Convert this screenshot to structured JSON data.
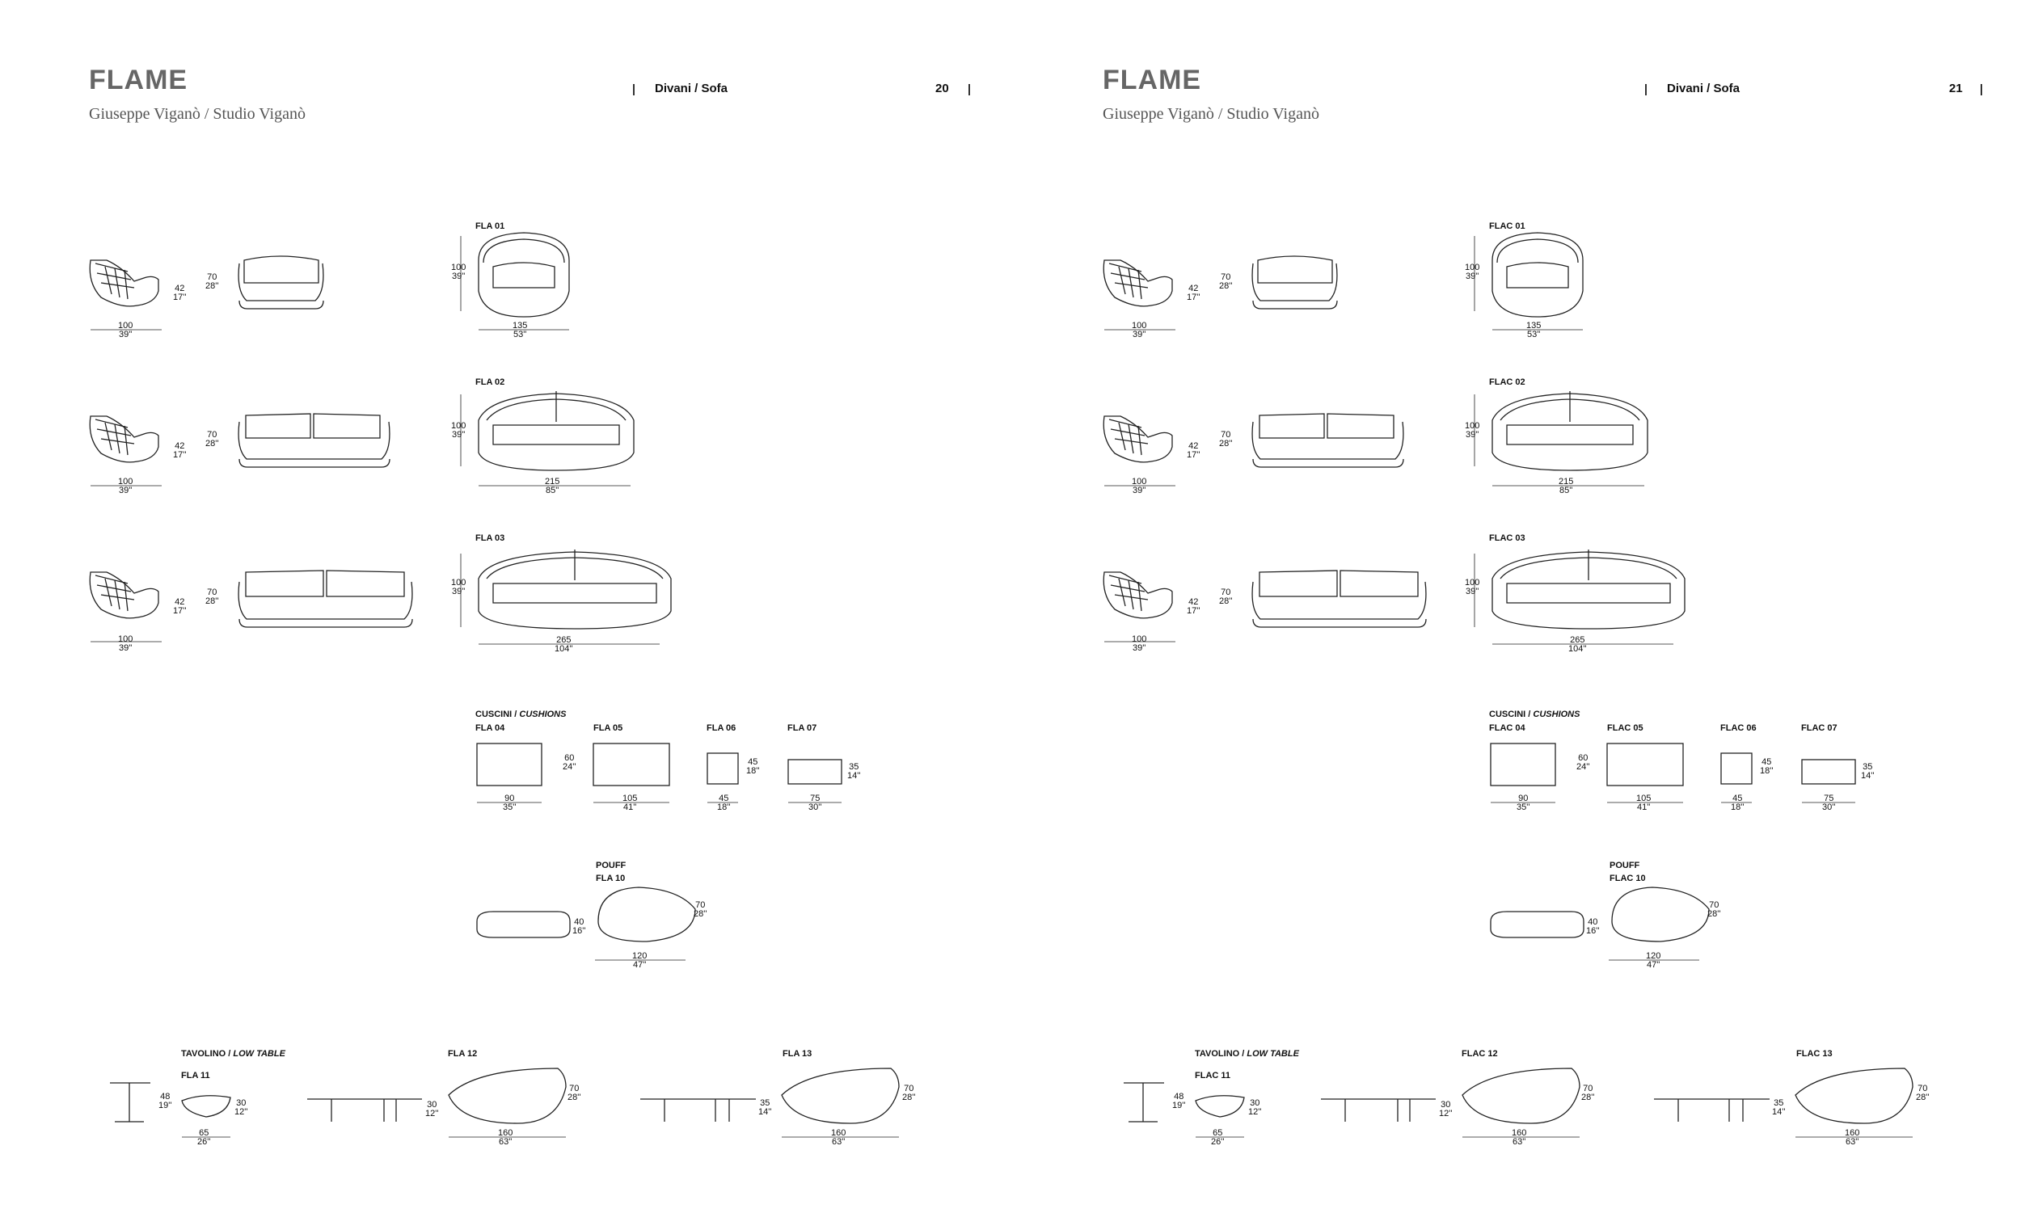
{
  "pages": [
    {
      "brand": "FLAME",
      "designer": "Giuseppe Viganò / Studio Viganò",
      "section": "Divani / Sofa",
      "page_number": "20",
      "codes": {
        "sofa1": "FLA 01",
        "sofa2": "FLA 02",
        "sofa3": "FLA 03",
        "c4": "FLA 04",
        "c5": "FLA 05",
        "c6": "FLA 06",
        "c7": "FLA 07",
        "pouf": "FLA 10",
        "t11": "FLA 11",
        "t12": "FLA 12",
        "t13": "FLA 13"
      }
    },
    {
      "brand": "FLAME",
      "designer": "Giuseppe Viganò / Studio Viganò",
      "section": "Divani / Sofa",
      "page_number": "21",
      "codes": {
        "sofa1": "FLAC 01",
        "sofa2": "FLAC 02",
        "sofa3": "FLAC 03",
        "c4": "FLAC 04",
        "c5": "FLAC 05",
        "c6": "FLAC 06",
        "c7": "FLAC 07",
        "pouf": "FLAC 10",
        "t11": "FLAC 11",
        "t12": "FLAC 12",
        "t13": "FLAC 13"
      }
    }
  ],
  "labels": {
    "cushions_it": "CUSCINI /",
    "cushions_en": "CUSHIONS",
    "pouf": "POUFF",
    "table_it": "TAVOLINO /",
    "table_en": "LOW TABLE"
  },
  "dims": {
    "d100": "100",
    "d100in": "39''",
    "d42": "42",
    "d42in": "17''",
    "d70": "70",
    "d70in": "28''",
    "d135": "135",
    "d135in": "53''",
    "d215": "215",
    "d215in": "85''",
    "d265": "265",
    "d265in": "104''",
    "d90": "90",
    "d90in": "35''",
    "d60": "60",
    "d60in": "24''",
    "d105": "105",
    "d105in": "41''",
    "d45": "45",
    "d45in": "18''",
    "d75": "75",
    "d75in": "30''",
    "d35": "35",
    "d35in": "14''",
    "d40": "40",
    "d40in": "16''",
    "d120": "120",
    "d120in": "47''",
    "d48": "48",
    "d48in": "19''",
    "d30": "30",
    "d30in": "12''",
    "d65": "65",
    "d65in": "26''",
    "d160": "160",
    "d160in": "63''"
  }
}
